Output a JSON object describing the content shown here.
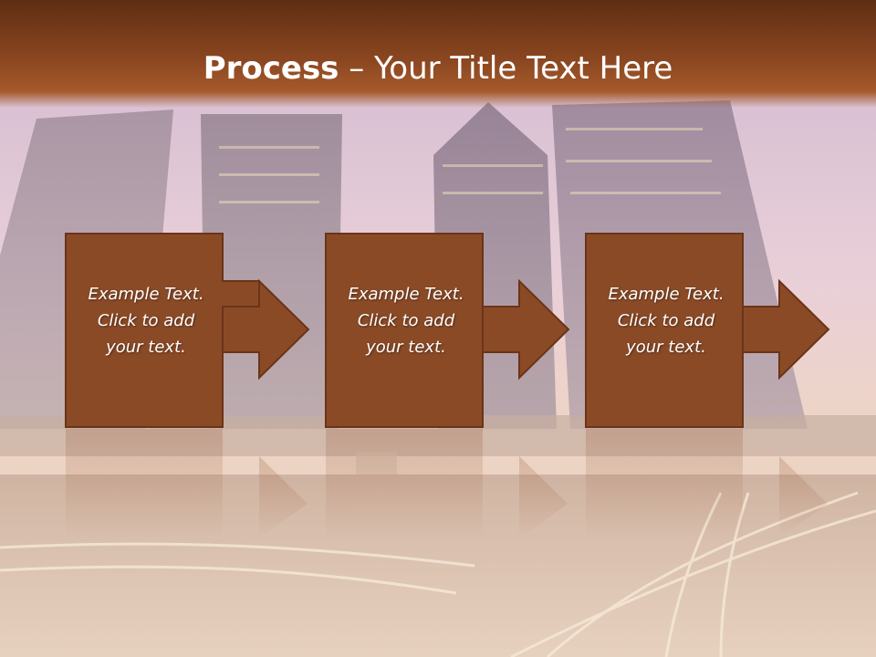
{
  "slide": {
    "title_bold": "Process",
    "title_rest": " – Your Title Text Here",
    "steps": [
      {
        "text": "Example Text.\nClick  to add\nyour text."
      },
      {
        "text": "Example Text.\nClick  to add\nyour text."
      },
      {
        "text": "Example Text.\nClick  to add\nyour text."
      }
    ]
  },
  "colors": {
    "title_band": "#8a4620",
    "step_fill": "#8b4a26",
    "step_stroke": "#6a3417",
    "text": "#ffffff"
  },
  "icons": [
    "right-arrow-icon"
  ]
}
